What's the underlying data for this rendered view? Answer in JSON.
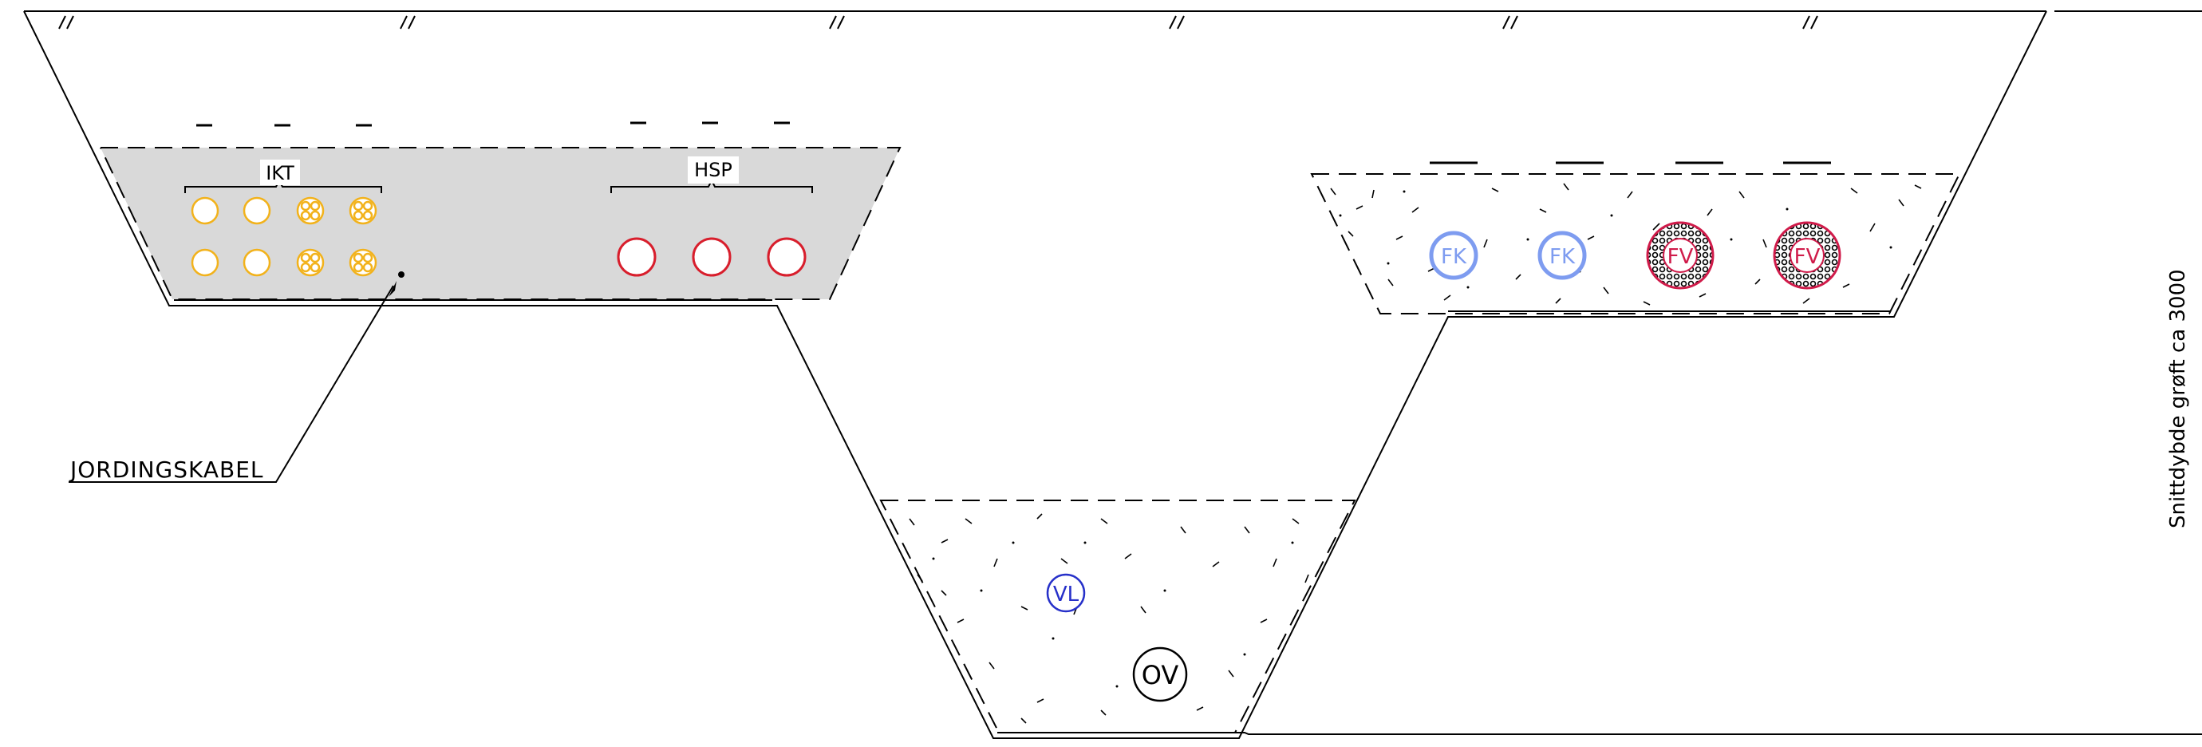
{
  "labels": {
    "ikt": "IKT",
    "hsp": "HSP",
    "jordingskabel": "JORDINGSKABEL",
    "grave_depth": "Snittdybde grøft ca 3000",
    "fk1": "FK",
    "fk2": "FK",
    "fv1": "FV",
    "fv2": "FV",
    "vl": "VL",
    "ov": "OV"
  },
  "colors": {
    "ikt_conduit": "#f2b21b",
    "hsp_cable": "#d81e2c",
    "fk_pipe": "#7e9cf0",
    "fv_pipe": "#d01b4a",
    "vl_pipe": "#2630c9",
    "ov_pipe": "#000000",
    "trench_zone_fill": "#d9d9d9"
  },
  "icons": {
    "ground_marker": "hatch-slash-icon",
    "fiber_conduit": "multi-duct-icon"
  }
}
